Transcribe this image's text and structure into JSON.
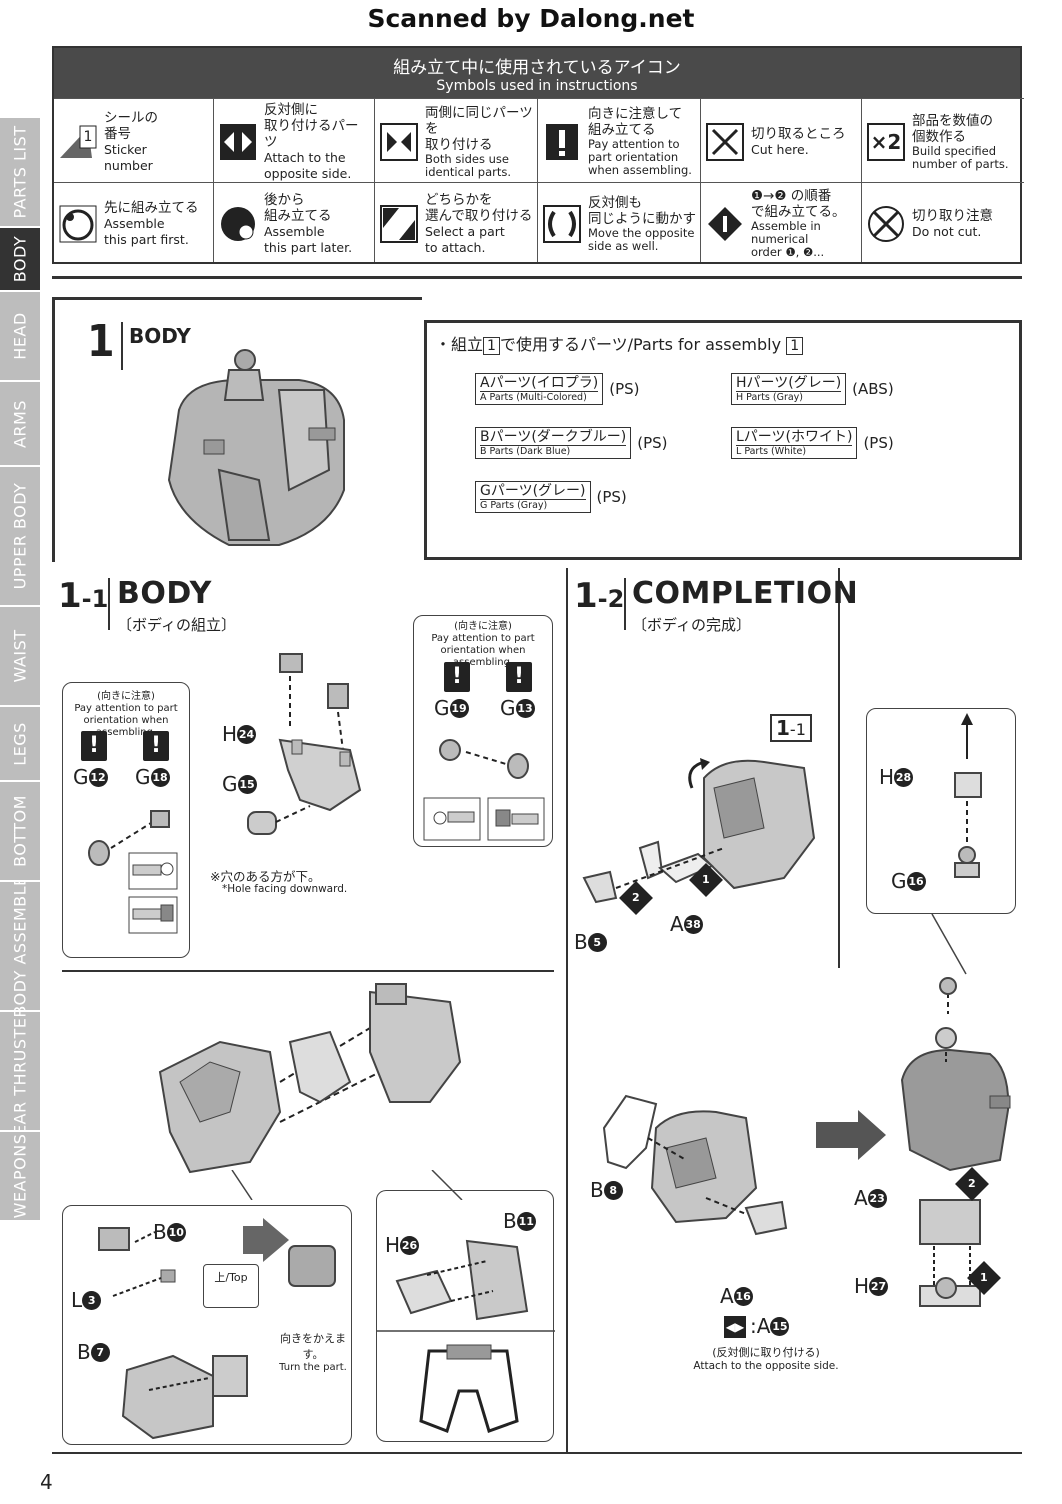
{
  "header": {
    "title": "Scanned by Dalong.net"
  },
  "side_tabs": [
    {
      "label": "PARTS LIST",
      "active": false
    },
    {
      "label": "BODY",
      "active": true
    },
    {
      "label": "HEAD",
      "active": false
    },
    {
      "label": "ARMS",
      "active": false
    },
    {
      "label": "UPPER BODY",
      "active": false
    },
    {
      "label": "WAIST",
      "active": false
    },
    {
      "label": "LEGS",
      "active": false
    },
    {
      "label": "BOTTOM",
      "active": false
    },
    {
      "label": "BODY ASSEMBLE",
      "active": false
    },
    {
      "label": "REAR THRUSTERS",
      "active": false
    },
    {
      "label": "WEAPONS",
      "active": false
    }
  ],
  "symbols": {
    "title_jp": "組み立て中に使用されているアイコン",
    "title_en": "Symbols used in instructions",
    "items": [
      {
        "icon": "sticker-icon",
        "badge": "1",
        "jp": "シールの\n番号",
        "en": "Sticker\nnumber"
      },
      {
        "icon": "opposite-side-icon",
        "jp": "反対側に\n取り付けるパーツ",
        "en": "Attach to the\nopposite side."
      },
      {
        "icon": "both-sides-icon",
        "jp": "両側に同じパーツを\n取り付ける",
        "en": "Both sides use\nidentical parts."
      },
      {
        "icon": "attention-icon",
        "jp": "向きに注意して\n組み立てる",
        "en": "Pay attention to\npart orientation\nwhen assembling."
      },
      {
        "icon": "cut-here-icon",
        "jp": "切り取るところ",
        "en": "Cut here."
      },
      {
        "icon": "build-multiple-icon",
        "badge": "×2",
        "jp": "部品を数値の\n個数作る",
        "en": "Build specified\nnumber of parts."
      },
      {
        "icon": "assemble-first-icon",
        "jp": "先に組み立てる",
        "en": "Assemble\nthis part first."
      },
      {
        "icon": "assemble-later-icon",
        "jp": "後から\n組み立てる",
        "en": "Assemble\nthis part later."
      },
      {
        "icon": "select-part-icon",
        "jp": "どちらかを\n選んで取り付ける",
        "en": "Select a part\nto attach."
      },
      {
        "icon": "move-opposite-icon",
        "jp": "反対側も\n同じように動かす",
        "en": "Move the opposite\nside as well."
      },
      {
        "icon": "numerical-order-icon",
        "jp": "❶→❷ の順番\nで組み立てる。",
        "en": "Assemble in numerical\norder ❶, ❷..."
      },
      {
        "icon": "do-not-cut-icon",
        "jp": "切り取り注意",
        "en": "Do not cut."
      }
    ]
  },
  "section1": {
    "number": "1",
    "title": "BODY",
    "parts_title_prefix": "・組立",
    "parts_title_badge": "1",
    "parts_title_mid": "で使用するパーツ/Parts for assembly",
    "parts": [
      {
        "jp": "Aパーツ(イロプラ)",
        "en": "A Parts (Multi-Colored)",
        "material": "(PS)"
      },
      {
        "jp": "Hパーツ(グレー)",
        "en": "H Parts (Gray)",
        "material": "(ABS)"
      },
      {
        "jp": "Bパーツ(ダークブルー)",
        "en": "B Parts (Dark Blue)",
        "material": "(PS)"
      },
      {
        "jp": "Lパーツ(ホワイト)",
        "en": "L Parts (White)",
        "material": "(PS)"
      },
      {
        "jp": "Gパーツ(グレー)",
        "en": "G Parts (Gray)",
        "material": "(PS)"
      }
    ]
  },
  "step1_1": {
    "num_major": "1",
    "num_minor": "-1",
    "title": "BODY",
    "subtitle": "〔ボディの組立〕",
    "note_left": {
      "jp": "(向きに注意)",
      "en": "Pay attention to part\norientation when assembling.",
      "labels": [
        "G",
        "G"
      ],
      "nums": [
        "12",
        "18"
      ]
    },
    "note_right": {
      "jp": "(向きに注意)",
      "en": "Pay attention to part\norientation when assembling.",
      "labels": [
        "G",
        "G"
      ],
      "nums": [
        "19",
        "13"
      ]
    },
    "labels": {
      "h24": {
        "letter": "H",
        "num": "24"
      },
      "g15": {
        "letter": "G",
        "num": "15"
      },
      "b10": {
        "letter": "B",
        "num": "10"
      },
      "l3": {
        "letter": "L",
        "num": "3"
      },
      "b11": {
        "letter": "B",
        "num": "11"
      },
      "h26": {
        "letter": "H",
        "num": "26"
      },
      "b7": {
        "letter": "B",
        "num": "7"
      }
    },
    "hole_note_jp": "※穴のある方が下。",
    "hole_note_en": "*Hole facing downward.",
    "top_label": "上/Top",
    "turn_jp": "向きをかえます。",
    "turn_en": "Turn the part."
  },
  "step1_2": {
    "num_major": "1",
    "num_minor": "-2",
    "title": "COMPLETION",
    "subtitle": "〔ボディの完成〕",
    "ref_major": "1",
    "ref_minor": "-1",
    "labels": {
      "b5": {
        "letter": "B",
        "num": "5"
      },
      "a38": {
        "letter": "A",
        "num": "38"
      },
      "b8": {
        "letter": "B",
        "num": "8"
      },
      "a16": {
        "letter": "A",
        "num": "16"
      },
      "a15": {
        "letter": ":A",
        "num": "15"
      },
      "h28": {
        "letter": "H",
        "num": "28"
      },
      "g16": {
        "letter": "G",
        "num": "16"
      },
      "a23": {
        "letter": "A",
        "num": "23"
      },
      "h27": {
        "letter": "H",
        "num": "27"
      }
    },
    "order": [
      "1",
      "2"
    ],
    "opposite_jp": "(反対側に取り付ける)",
    "opposite_en": "Attach to the opposite side."
  },
  "page_number": "4"
}
